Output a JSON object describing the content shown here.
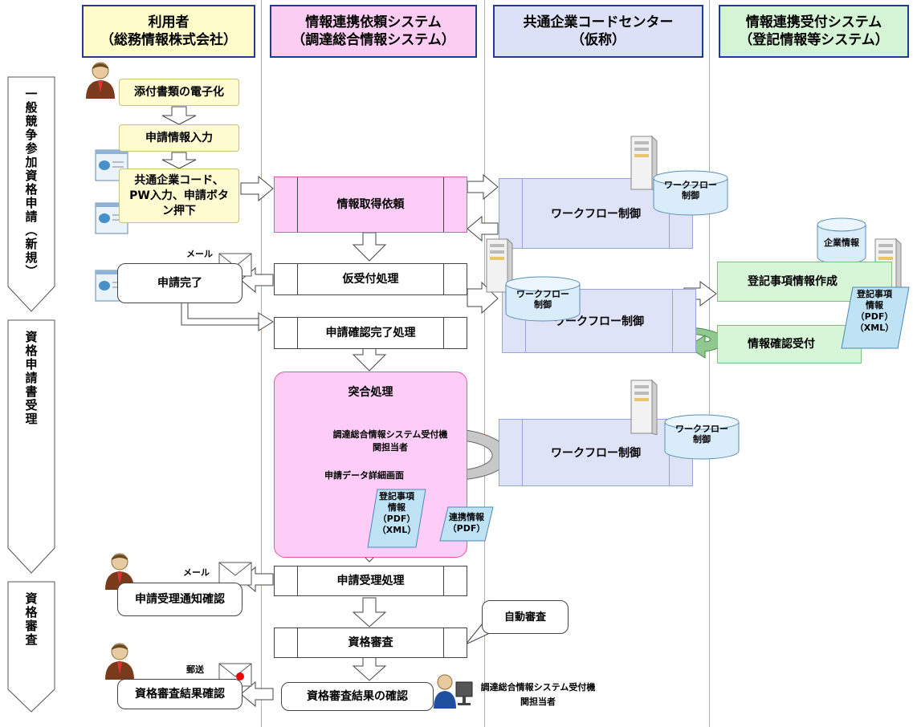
{
  "lanes": [
    {
      "line1": "利用者",
      "line2": "（総務情報株式会社）"
    },
    {
      "line1": "情報連携依頼システム",
      "line2": "（調達総合情報システム）"
    },
    {
      "line1": "共通企業コードセンター",
      "line2": "（仮称）"
    },
    {
      "line1": "情報連携受付システム",
      "line2": "（登記情報等システム）"
    }
  ],
  "phases": [
    "一般競争参加資格申請（新規）",
    "資格申請書受理",
    "資格審査"
  ],
  "user": {
    "digitize": "添付書類の電子化",
    "input_info": "申請情報入力",
    "input_code": "共通企業コード、PW入力、申請ボタン押下",
    "complete": "申請完了",
    "accept_notice": "申請受理通知確認",
    "result_confirm": "資格審査結果確認"
  },
  "mail_labels": {
    "mail1": "メール",
    "mail2": "メール",
    "post": "郵送"
  },
  "system": {
    "request": "情報取得依頼",
    "temp_accept": "仮受付処理",
    "confirm_complete": "申請確認完了処理",
    "match": "突合処理",
    "operator": "調達総合情報システム受付機関担当者",
    "detail_screen": "申請データ詳細画面",
    "accept_process": "申請受理処理",
    "review": "資格審査",
    "review_confirm": "資格審査結果の確認",
    "auto_review": "自動審査",
    "operator2": "調達総合情報システム受付機関担当者"
  },
  "docs": {
    "reg_pdf": [
      "登記事項",
      "情報",
      "（PDF）"
    ],
    "reg_xml": "（XML）",
    "link_pdf": [
      "連携情報",
      "（PDF）"
    ]
  },
  "center": {
    "workflow": "ワークフロー制御",
    "db": [
      "ワークフロー",
      "制御"
    ]
  },
  "receiver": {
    "company_info": "企業情報",
    "create_reg": "登記事項情報作成",
    "info_confirm": "情報確認受付"
  },
  "colors": {
    "header_user": "#fdfbc9",
    "header_system": "#fbcdf3",
    "header_center": "#dde1f7",
    "header_receiver": "#d5f3d5",
    "request_box": "#fdcdf7",
    "match_box": "#fdcdf7",
    "workflow_box": "#dfe3f7",
    "receiver_box": "#d7f5d7"
  }
}
